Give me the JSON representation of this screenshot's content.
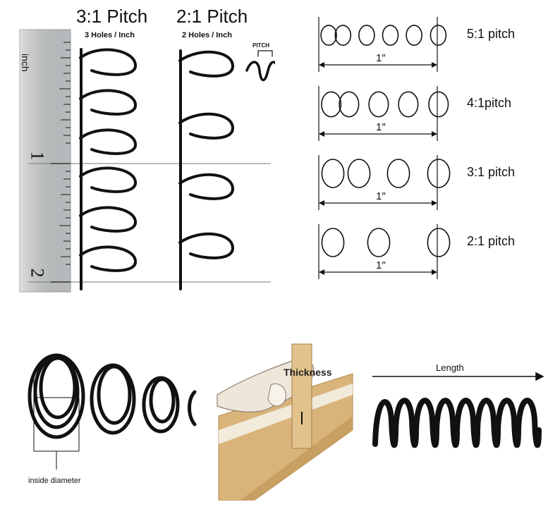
{
  "ruler_panel": {
    "heading_left": "3:1 Pitch",
    "sub_left": "3 Holes / Inch",
    "heading_right": "2:1 Pitch",
    "sub_right": "2 Holes / Inch",
    "ruler_unit": "inch",
    "ruler_mark_1": "1",
    "ruler_mark_2": "2",
    "pitch_tag": "PITCH"
  },
  "pitch_chart": {
    "rows": [
      {
        "label": "5:1 pitch",
        "holes_per_inch": 5,
        "span_label": "1″"
      },
      {
        "label": "4:1pitch",
        "holes_per_inch": 4,
        "span_label": "1″"
      },
      {
        "label": "3:1 pitch",
        "holes_per_inch": 3,
        "span_label": "1″"
      },
      {
        "label": "2:1 pitch",
        "holes_per_inch": 2,
        "span_label": "1″"
      }
    ]
  },
  "bottom": {
    "inside_diameter_label": "inside diameter",
    "thickness_label": "Thickness",
    "length_label": "Length"
  },
  "colors": {
    "wire": "#111111",
    "ruler": "#c9ccce",
    "cardboard": "#d9b47a",
    "skin": "#efe6da"
  }
}
